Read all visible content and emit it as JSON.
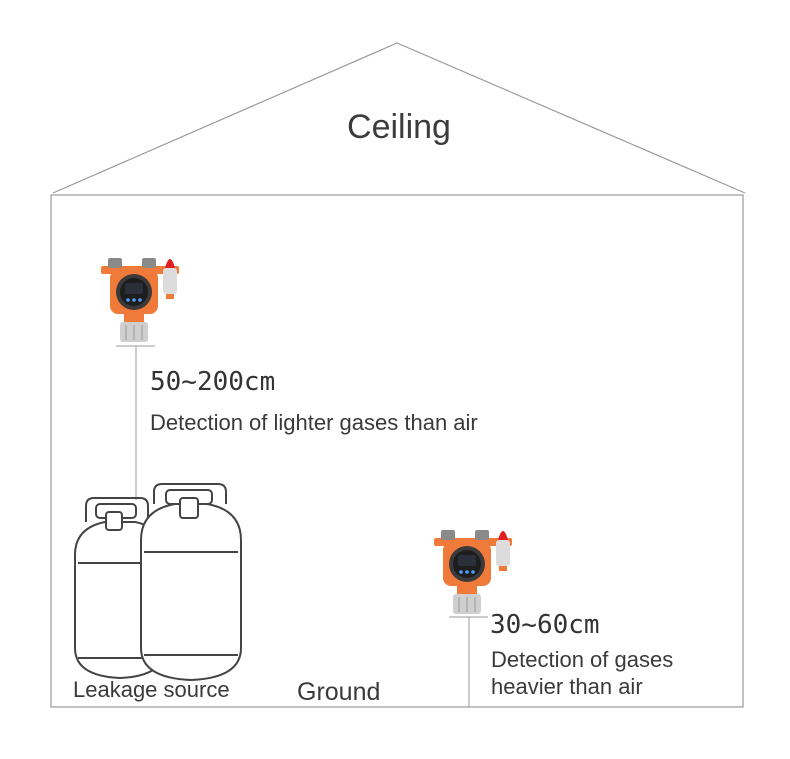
{
  "labels": {
    "ceiling": "Ceiling",
    "ground": "Ground",
    "leakage_source": "Leakage source"
  },
  "upper_detector": {
    "distance": "50~200cm",
    "description": "Detection of lighter gases than air"
  },
  "lower_detector": {
    "distance": "30~60cm",
    "description_line1": "Detection of gases",
    "description_line2": "heavier than air"
  },
  "colors": {
    "outline": "#9a9a9a",
    "detector_body": "#f07a3a",
    "detector_screen": "#1d1d1d",
    "alarm_light": "#e02020",
    "sensor_head": "#cfcfcf"
  }
}
